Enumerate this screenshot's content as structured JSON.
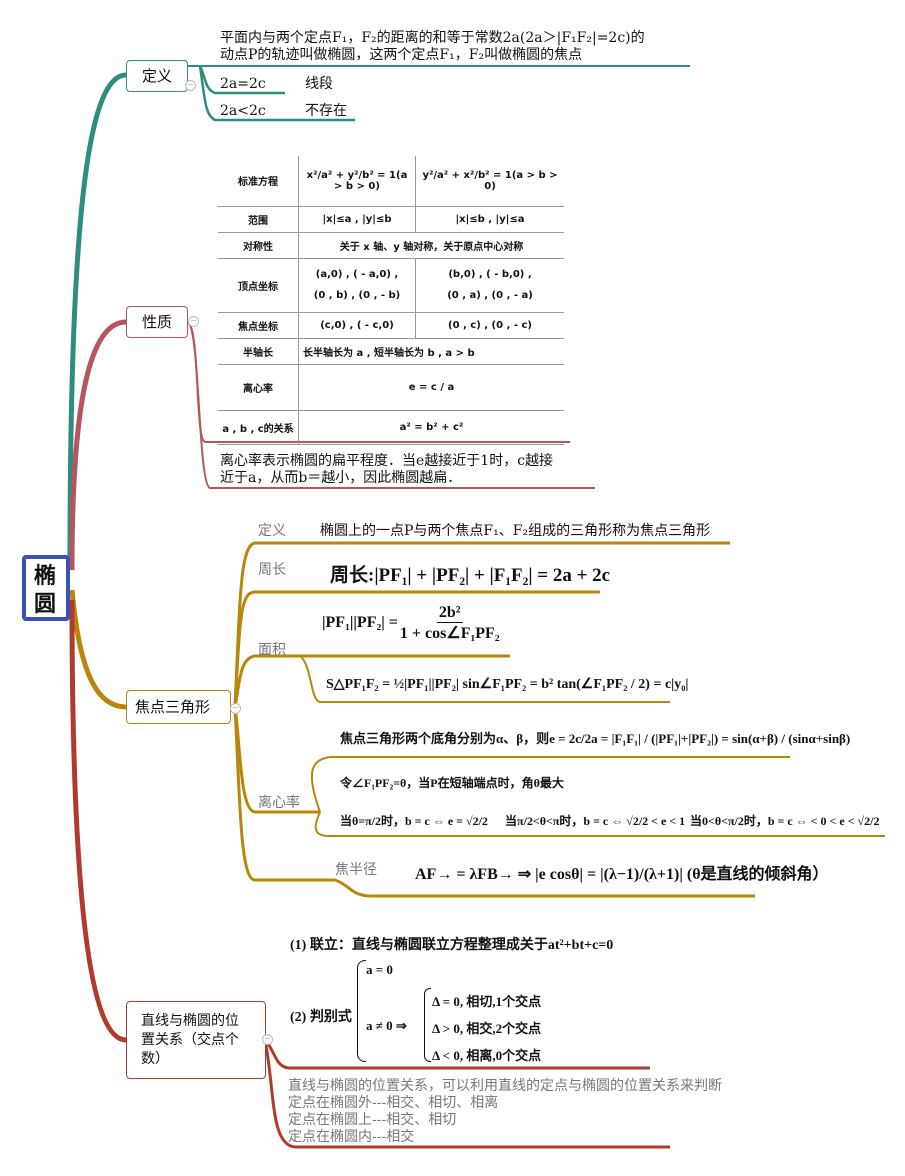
{
  "root": {
    "label": "椭圆",
    "color": "#3a52b8"
  },
  "colors": {
    "definition": "#2f8c80",
    "properties": "#b5565e",
    "focal_triangle": "#b8860b",
    "line_relation": "#b23a2c"
  },
  "definition": {
    "label": "定义",
    "text_line1": "平面内与两个定点F₁，F₂的距离的和等于常数2a(2a＞|F₁F₂|=2c)的",
    "text_line2": "动点P的轨迹叫做椭圆，这两个定点F₁，F₂叫做椭圆的焦点",
    "cases": [
      {
        "cond": "2a=2c",
        "result": "线段"
      },
      {
        "cond": "2a<2c",
        "result": "不存在"
      }
    ]
  },
  "properties": {
    "label": "性质",
    "table": {
      "rows": [
        {
          "head": "标准方程",
          "c1": "x²/a² + y²/b² = 1(a > b > 0)",
          "c2": "y²/a² + x²/b² = 1(a > b > 0)"
        },
        {
          "head": "范围",
          "c1": "|x|≤a , |y|≤b",
          "c2": "|x|≤b , |y|≤a"
        },
        {
          "head": "对称性",
          "span": "关于 x 轴、y 轴对称，关于原点中心对称"
        },
        {
          "head": "顶点坐标",
          "c1": "(a,0) , ( - a,0) ,",
          "c1b": "(0 , b) , (0 , - b)",
          "c2": "(b,0) , ( - b,0) ,",
          "c2b": "(0 , a) , (0 , - a)"
        },
        {
          "head": "焦点坐标",
          "c1": "(c,0) , ( - c,0)",
          "c2": "(0 , c) , (0 , - c)"
        },
        {
          "head": "半轴长",
          "span": "长半轴长为 a , 短半轴长为 b , a > b"
        },
        {
          "head": "离心率",
          "span": "e = c / a"
        },
        {
          "head": "a , b , c的关系",
          "span": "a² = b² + c²"
        }
      ]
    },
    "note_line1": "离心率表示椭圆的扁平程度．当e越接近于1时，c越接",
    "note_line2": "近于a，从而b＝越小，因此椭圆越扁．"
  },
  "focal_triangle": {
    "label": "焦点三角形",
    "definition": {
      "label": "定义",
      "text": "椭圆上的一点P与两个焦点F₁、F₂组成的三角形称为焦点三角形"
    },
    "perimeter": {
      "label": "周长",
      "formula": "周长:|PF₁| + |PF₂| + |F₁F₂| = 2a + 2c"
    },
    "area": {
      "label": "面积",
      "f1_left": "|PF₁||PF₂| =",
      "f1_num": "2b²",
      "f1_den": "1 + cos∠F₁PF₂",
      "f2": "S△PF₁F₂ = ½|PF₁||PF₂| sin∠F₁PF₂ = b² tan(∠F₁PF₂ / 2) = c|y₀|"
    },
    "eccentricity": {
      "label": "离心率",
      "f_top": "焦点三角形两个底角分别为α、β，则e = 2c/2a = |F₁F₁| / (|PF₁|+|PF₂|) = sin(α+β) / (sinα+sinβ)",
      "line1": "令∠F₁PF₂=θ，当P在短轴端点时，角θ最大",
      "line2a": "当θ=π/2时，b = c ⇔ e = √2/2",
      "line2b": "当π/2<θ<π时，b = c ⇔ √2/2 < e < 1",
      "line2c": "当0<θ<π/2时，b = c ⇔ < 0 < e < √2/2"
    },
    "focal_radius": {
      "label": "焦半径",
      "formula": "AF→ = λFB→ ⇒ |e cosθ| = |(λ−1)/(λ+1)| (θ是直线的倾斜角）"
    }
  },
  "line_relation": {
    "label": "直线与椭圆的位置关系（交点个数）",
    "step1": "(1) 联立：直线与椭圆联立方程整理成关于at²+bt+c=0",
    "step2_label": "(2) 判别式",
    "case_a0": "a = 0",
    "case_an0": "a ≠ 0 ⇒",
    "sub": [
      "Δ = 0, 相切,1个交点",
      "Δ > 0, 相交,2个交点",
      "Δ < 0, 相离,0个交点"
    ],
    "notes": [
      "直线与椭圆的位置关系，可以利用直线的定点与椭圆的位置关系来判断",
      "定点在椭圆外---相交、相切、相离",
      "定点在椭圆上---相交、相切",
      "定点在椭圆内---相交"
    ]
  }
}
